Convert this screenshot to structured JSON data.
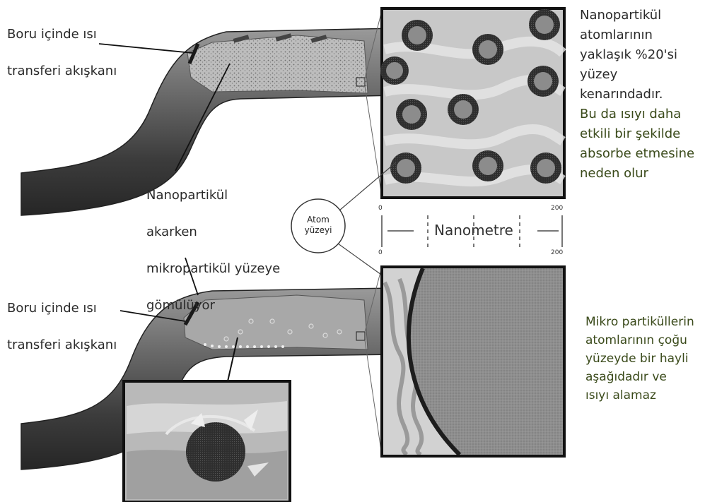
{
  "labels": {
    "top_fluid": [
      "Boru içinde ısı",
      "transferi akışkanı"
    ],
    "bottom_fluid": [
      "Boru içinde ısı",
      "transferi akışkanı"
    ],
    "nano_flow": [
      "Nanopartikül",
      "akarken",
      "mikropartikül yüzeye",
      "gömülüyor"
    ],
    "nano_desc": [
      {
        "text": "Nanopartikül",
        "tone": "dark"
      },
      {
        "text": "atomlarının",
        "tone": "dark"
      },
      {
        "text": "yaklaşık %20'si",
        "tone": "dark"
      },
      {
        "text": "yüzey",
        "tone": "dark"
      },
      {
        "text": "kenarındadır.",
        "tone": "dark"
      },
      {
        "text": "Bu da ısıyı daha",
        "tone": "green"
      },
      {
        "text": "etkili bir şekilde",
        "tone": "green"
      },
      {
        "text": "absorbe etmesine",
        "tone": "green"
      },
      {
        "text": "neden olur",
        "tone": "green"
      }
    ],
    "micro_desc": [
      {
        "text": "Mikro partiküllerin",
        "tone": "green"
      },
      {
        "text": "atomlarının çoğu",
        "tone": "green"
      },
      {
        "text": "yüzeyde bir hayli",
        "tone": "green"
      },
      {
        "text": "aşağıdadır ve",
        "tone": "green"
      },
      {
        "text": "ısıyı alamaz",
        "tone": "green"
      }
    ],
    "atom_surface": [
      "Atom",
      "yüzeyi"
    ]
  },
  "scale": {
    "unit": "Nanometre",
    "start": "0",
    "end": "200"
  },
  "colors": {
    "text": "#2a2a2a",
    "green_text": "#3a4a1a",
    "pipe_dark": "#3a3a3a",
    "pipe_light": "#8a8a8a",
    "particle_ring": "#2b2b2b",
    "particle_core": "#8c8c8c"
  }
}
